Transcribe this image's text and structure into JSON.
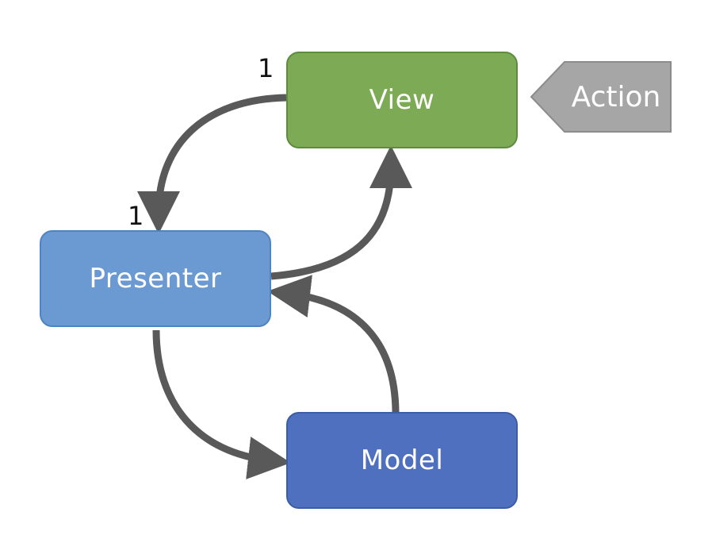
{
  "nodes": {
    "view": {
      "label": "View",
      "color": "#7daa55"
    },
    "presenter": {
      "label": "Presenter",
      "color": "#6b9ad2"
    },
    "model": {
      "label": "Model",
      "color": "#4f6fbf"
    }
  },
  "action": {
    "label": "Action",
    "color": "#a6a6a6"
  },
  "multiplicity": {
    "view": "1",
    "presenter": "1"
  },
  "colors": {
    "arrow": "#595959",
    "action_border": "#8c8c8c"
  }
}
